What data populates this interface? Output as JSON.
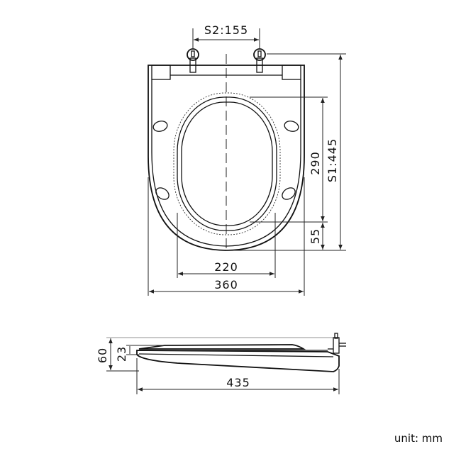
{
  "top_view": {
    "hinge_spacing": "S2:155",
    "seat_length": "S1:445",
    "opening_length": "290",
    "front_rim": "55",
    "opening_width": "220",
    "seat_width": "360"
  },
  "side_view": {
    "lid_thickness": "23",
    "total_height": "60",
    "total_length": "435"
  },
  "unit_note": "unit: mm"
}
